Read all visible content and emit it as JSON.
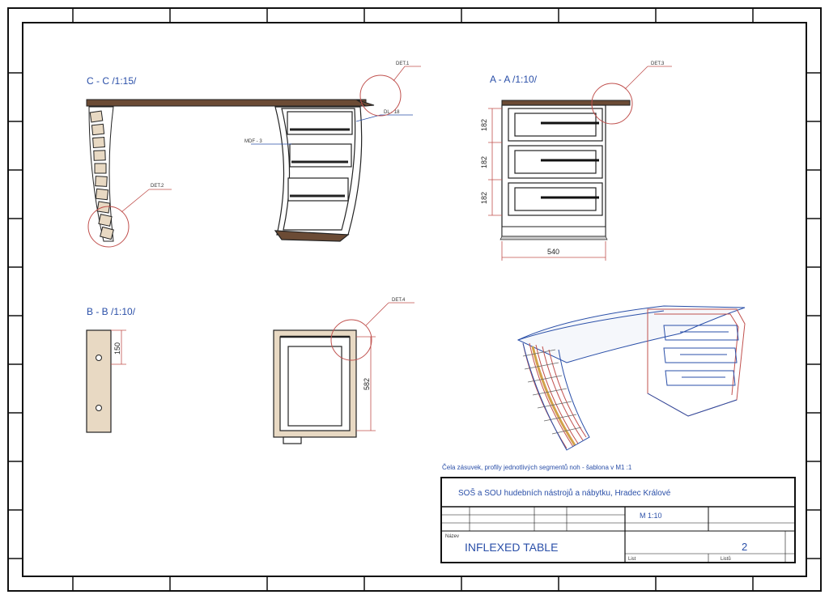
{
  "views": {
    "cc": "C - C /1:15/",
    "aa": "A - A /1:10/",
    "bb": "B - B /1:10/"
  },
  "details": {
    "d1": "DET.1",
    "d2": "DET.2",
    "d3": "DET.3",
    "d4": "DET.4"
  },
  "callouts": {
    "mdf": "MDF - 3",
    "dl": "DL - 18"
  },
  "dims": {
    "drawer1": "182",
    "drawer2": "182",
    "drawer3": "182",
    "width": "540",
    "bb_height": "150",
    "bb_depth": "582"
  },
  "note": "Čela zásuvek, profily jednotlivých segmentů noh - šablona v M1 :1",
  "title_block": {
    "school": "SOŠ a SOU hudebních nástrojů a nábytku, Hradec Králové",
    "scale": "M 1:10",
    "title": "INFLEXED TABLE",
    "sheet_number": "2",
    "label_list": "List",
    "label_lists": "Listů",
    "label_name": "Název"
  }
}
